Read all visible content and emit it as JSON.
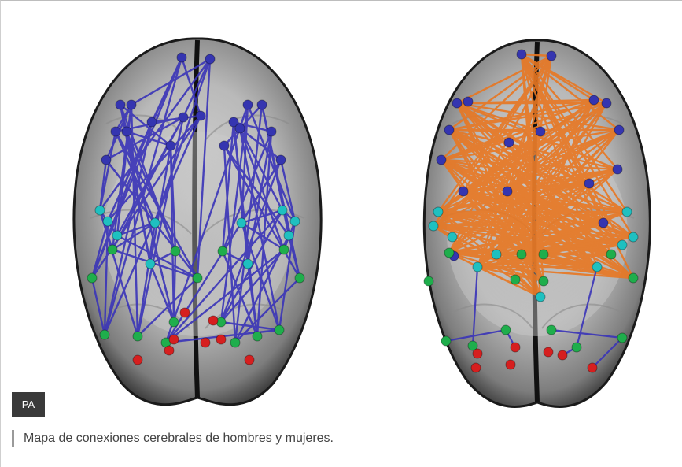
{
  "credit": {
    "label": "PA"
  },
  "caption": {
    "text": "Mapa de conexiones cerebrales de hombres y mujeres."
  },
  "colors": {
    "male_connections": "#3a34b8",
    "female_connections": "#e87722",
    "node_frontal": "#3535b0",
    "node_cyan": "#1fc0c0",
    "node_green": "#1fae4c",
    "node_red": "#d61f1f"
  },
  "image": {
    "left_brain": "brain-scan-male-connections",
    "right_brain": "brain-scan-female-connections"
  }
}
